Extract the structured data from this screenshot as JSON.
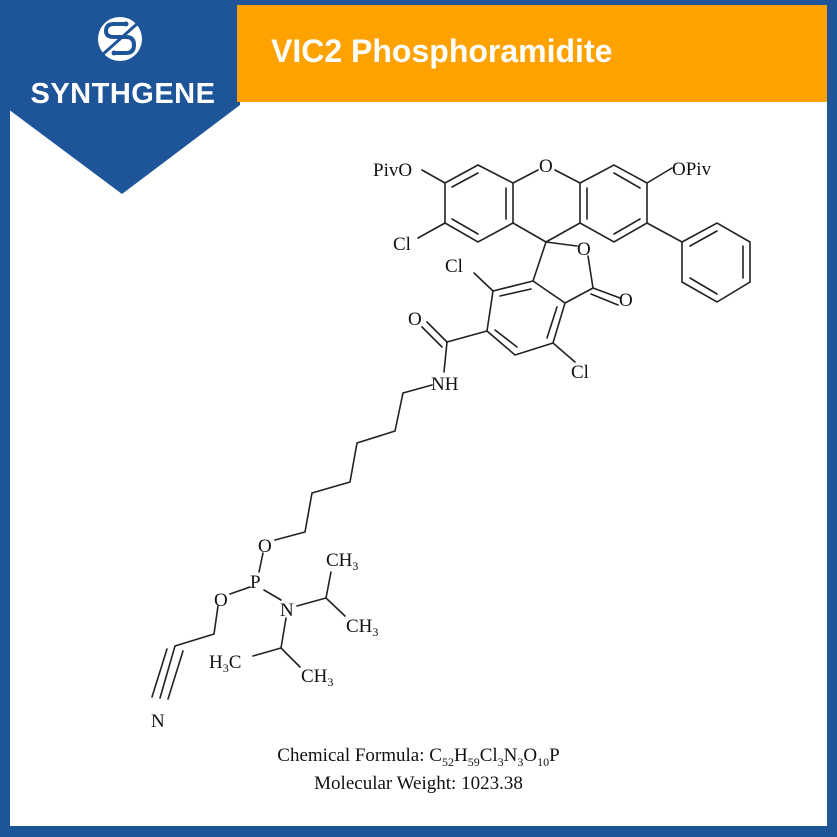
{
  "brand": {
    "name": "SYNTHGENE",
    "logo_icon": "synthgene-s-circle-logo",
    "colors": {
      "frame": "#1e5598",
      "accent": "#fea200",
      "text_on_color": "#ffffff"
    }
  },
  "header": {
    "title": "VIC2 Phosphoramidite"
  },
  "structure": {
    "labels": {
      "piv_left": "PivO",
      "piv_right": "OPiv",
      "xanthene_o": "O",
      "cl_xanthene": "Cl",
      "lactone_o": "O",
      "carbonyl_o": "O",
      "cl_upper": "Cl",
      "cl_lower": "Cl",
      "amide_o": "O",
      "nh": "NH",
      "o_linker": "O",
      "p": "P",
      "o_cyanoethyl": "O",
      "n_amine": "N",
      "ch3_a": "CH",
      "ch3_b": "CH",
      "h3c_c": "H",
      "ch3_d": "CH",
      "nitrile_n": "N",
      "sub3": "3"
    }
  },
  "caption": {
    "formula_label": "Chemical Formula: ",
    "formula_parts": [
      {
        "t": "C",
        "s": "52"
      },
      {
        "t": "H",
        "s": "59"
      },
      {
        "t": "Cl",
        "s": "3"
      },
      {
        "t": "N",
        "s": "3"
      },
      {
        "t": "O",
        "s": "10"
      },
      {
        "t": "P",
        "s": ""
      }
    ],
    "formula_plain": "C52H59Cl3N3O10P",
    "mw_label": "Molecular Weight: ",
    "mw_value": "1023.38"
  }
}
